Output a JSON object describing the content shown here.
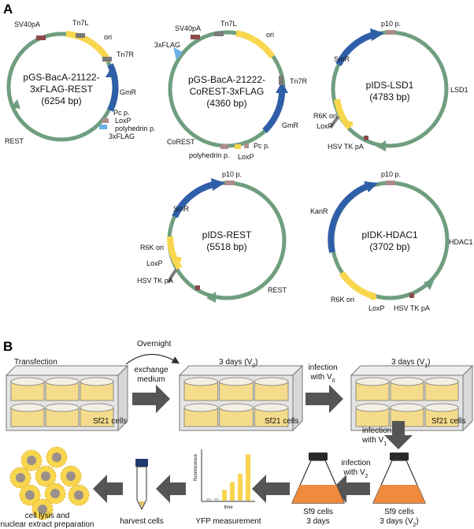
{
  "panels": {
    "a": "A",
    "b": "B"
  },
  "plasmids": [
    {
      "name_line1": "pGS-BacA-21122-",
      "name_line2": "3xFLAG-REST",
      "size": "(6254 bp)",
      "labels": {
        "sv40pa": "SV40pA",
        "tn7l": "Tn7L",
        "ori": "ori",
        "tn7r": "Tn7R",
        "gmr": "GmR",
        "pc": "Pc p.",
        "loxp": "LoxP",
        "polyhedrin": "polyhedrin p.",
        "flag": "3xFLAG",
        "rest": "REST"
      }
    },
    {
      "name_line1": "pGS-BacA-21222-",
      "name_line2": "CoREST-3xFLAG",
      "size": "(4360 bp)",
      "labels": {
        "sv40pa": "SV40pA",
        "flag": "3xFLAG",
        "tn7l": "Tn7L",
        "ori": "ori",
        "tn7r": "Tn7R",
        "gmr": "GmR",
        "pc": "Pc p.",
        "loxp": "LoxP",
        "polyhedrin": "polyhedrin p.",
        "corest": "CoREST"
      }
    },
    {
      "name_line1": "pIDS-LSD1",
      "size": "(4783 bp)",
      "labels": {
        "p10": "p10 p.",
        "smr": "SmR",
        "lsd1": "LSD1",
        "r6k": "R6K ori",
        "loxp": "LoxP",
        "hsv": "HSV TK pA"
      }
    },
    {
      "name_line1": "pIDS-REST",
      "size": "(5518 bp)",
      "labels": {
        "p10": "p10 p.",
        "smr": "SmR",
        "r6k": "R6K ori",
        "loxp": "LoxP",
        "hsv": "HSV TK pA",
        "rest": "REST"
      }
    },
    {
      "name_line1": "pIDK-HDAC1",
      "size": "(3702 bp)",
      "labels": {
        "p10": "p10 p.",
        "kanr": "KanR",
        "hdac1": "HDAC1",
        "r6k": "R6K ori",
        "loxp": "LoxP",
        "hsv": "HSV TK pA"
      }
    }
  ],
  "workflow": {
    "transfection": "Transfection",
    "overnight": "Overnight",
    "exchange_1": "exchange",
    "exchange_2": "medium",
    "step2_title": "3 days (V",
    "step2_sub": "0",
    "step3_title": "3 days (V",
    "step3_sub": "1",
    "infection_v0_1": "infection",
    "infection_v0_2": "with V",
    "infection_v0_sub": "0",
    "infection_v1_1": "infection",
    "infection_v1_2": "with V",
    "infection_v1_sub": "1",
    "infection_v2_1": "infection",
    "infection_v2_2": "with V",
    "infection_v2_sub": "2",
    "sf21_1": "Sf21 cells",
    "sf21_2": "Sf21 cells",
    "sf21_3": "Sf21 cells",
    "flask_a_1": "Sf9 cells",
    "flask_a_2": "3 days (V",
    "flask_a_sub": "2",
    "flask_b_1": "Sf9 cells",
    "flask_b_2": "3 days",
    "yfp": "YFP measurement",
    "fluorescence": "fluorescence",
    "time": "time",
    "harvest": "harvest cells",
    "lysis_1": "cell lysis and",
    "lysis_2": "nuclear extract preparation"
  },
  "colors": {
    "backbone": "#6f9e7f",
    "ori": "#f8d64e",
    "marker": "#2f5fa8",
    "flag": "#6ab0e8",
    "promoter": "#b08c8c",
    "terminator": "#8a4a4a",
    "gray": "#7a7a7a",
    "well": "#f5dc8c",
    "plate": "#e4e4e4",
    "medium": "#f08a3c",
    "arrow": "#555555"
  },
  "yfp_chart": {
    "bars": [
      0.05,
      0.05,
      0.22,
      0.38,
      0.55,
      0.95
    ]
  }
}
